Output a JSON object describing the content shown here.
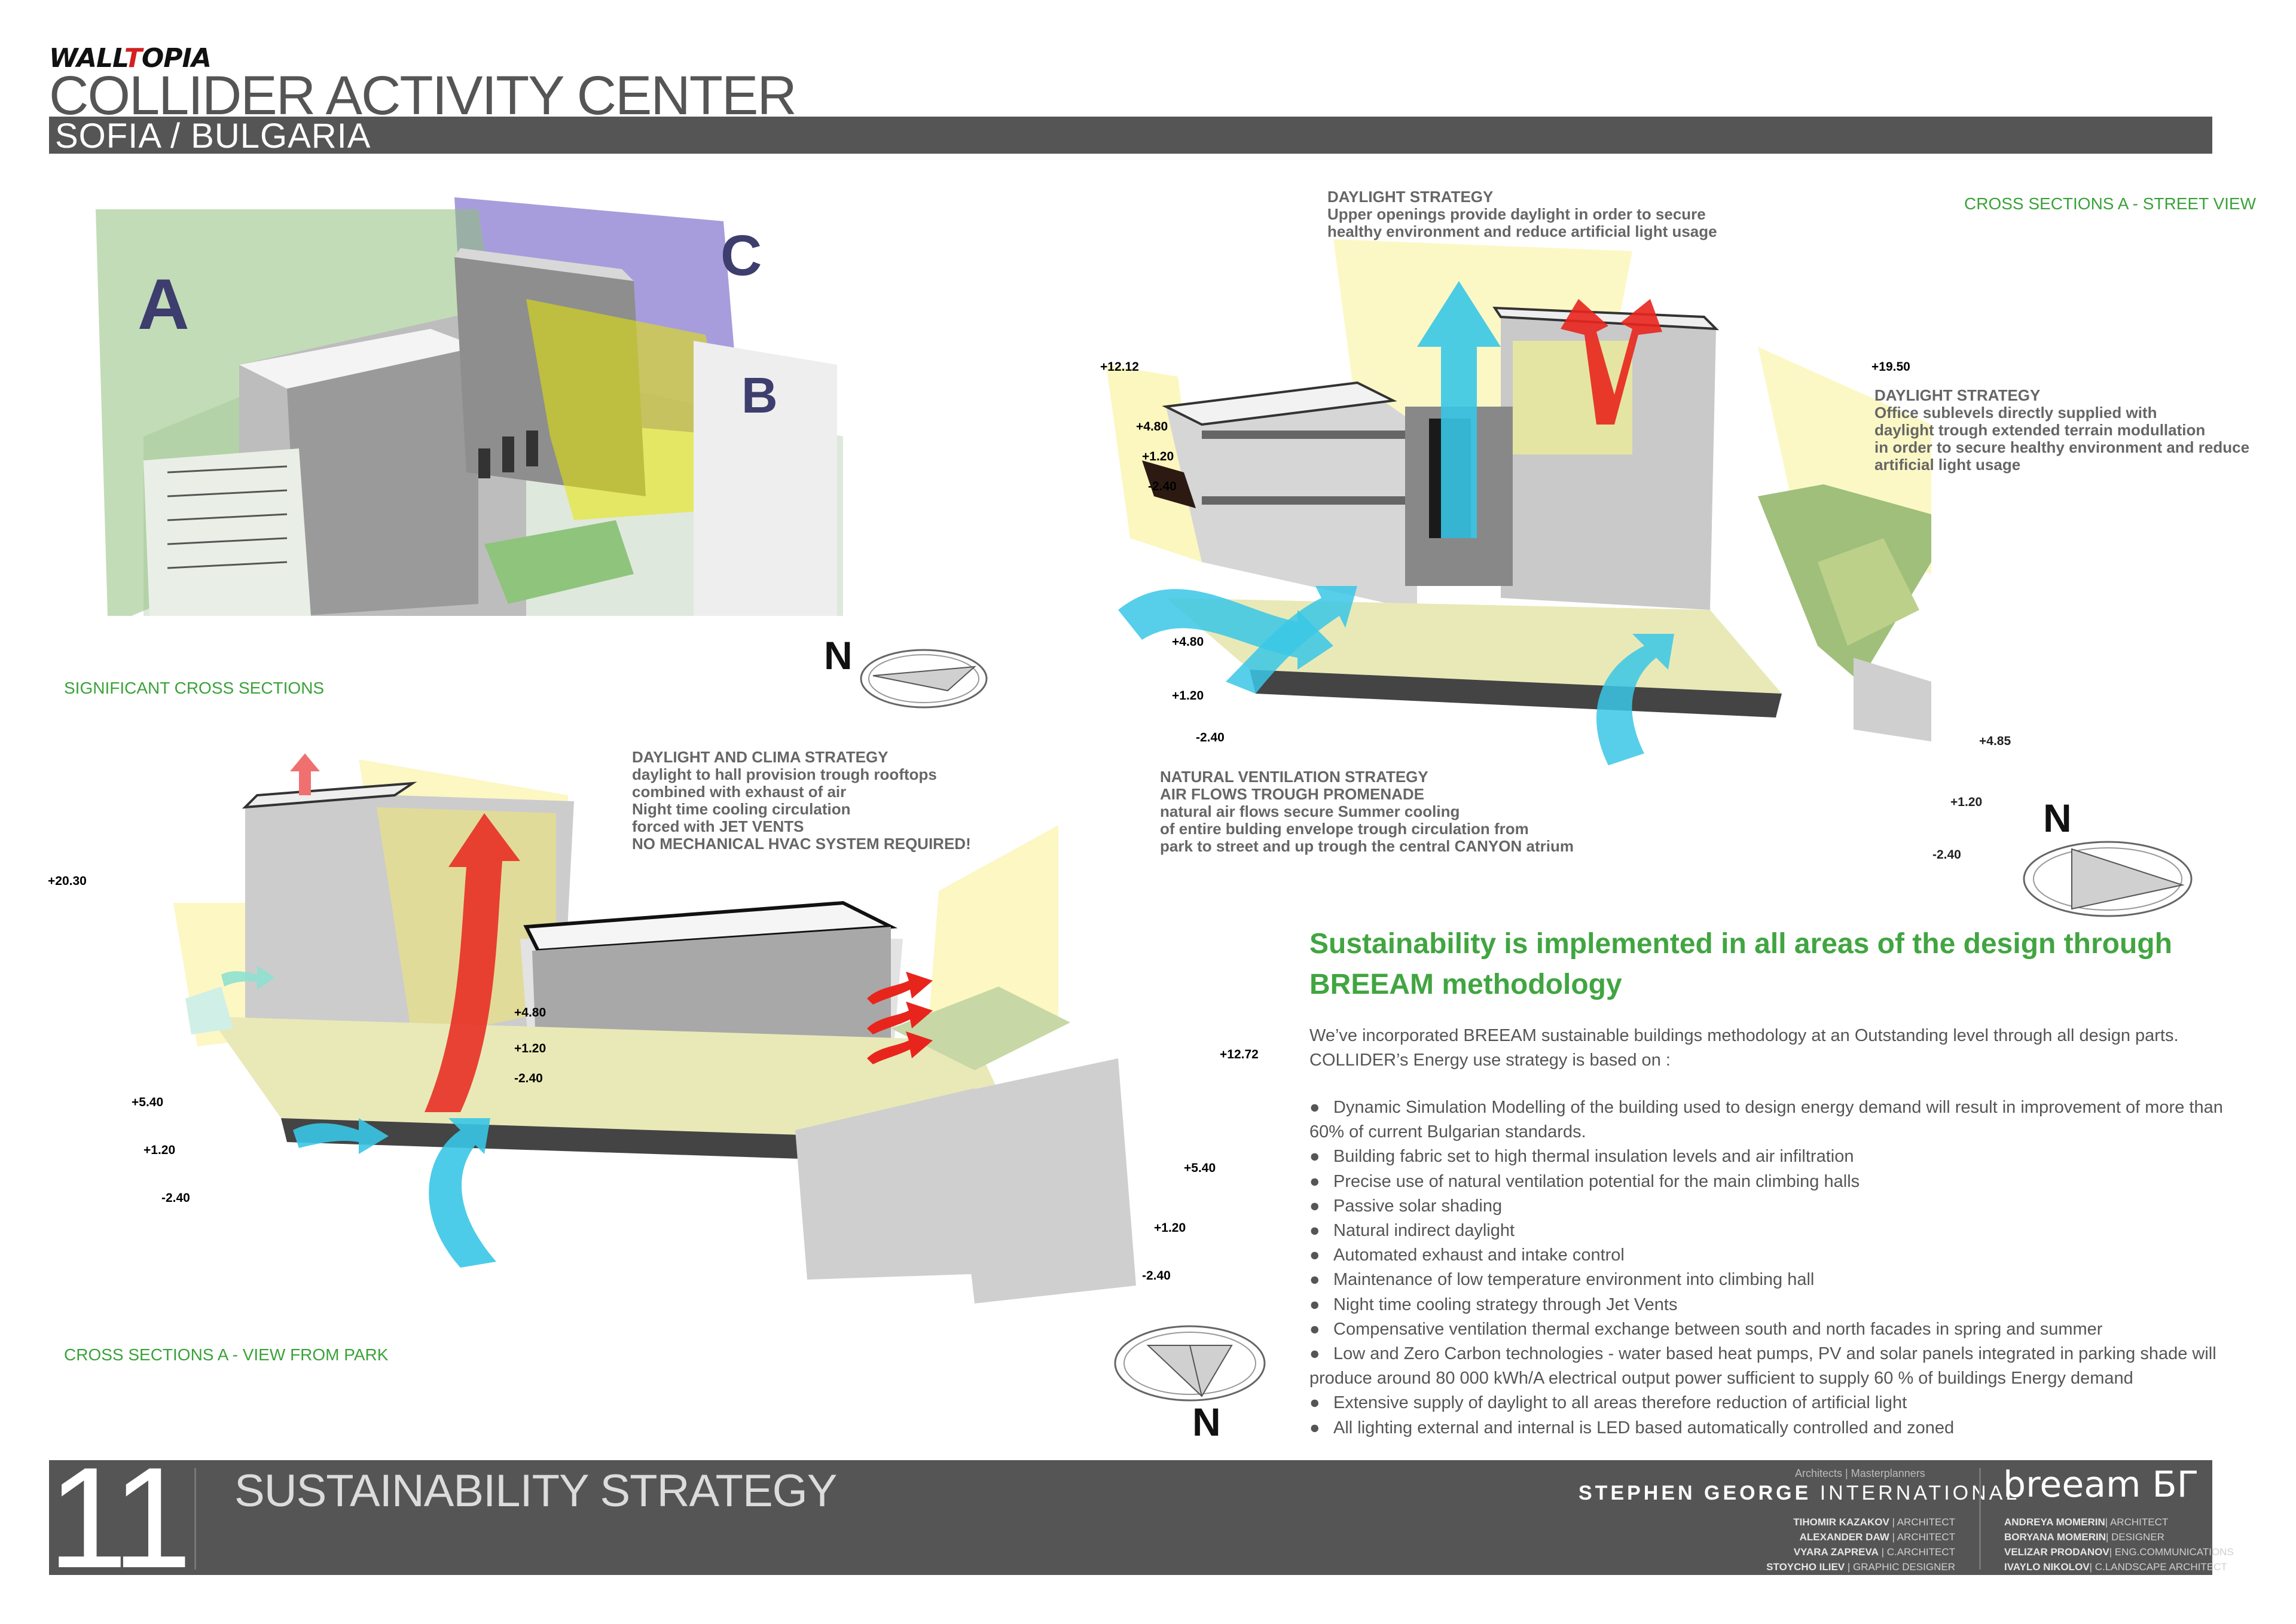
{
  "brand": {
    "logo_black": "WALL",
    "logo_red": "T",
    "logo_rest": "OPIA"
  },
  "header": {
    "title": "COLLIDER ACTIVITY CENTER",
    "subtitle": "SOFIA / BULGARIA"
  },
  "section_labels": {
    "significant": "SIGNIFICANT CROSS SECTIONS",
    "street": "CROSS SECTIONS A - STREET VIEW",
    "park": "CROSS SECTIONS A - VIEW FROM PARK"
  },
  "plane_labels": {
    "a": "A",
    "b": "B",
    "c": "C"
  },
  "north_label": "N",
  "strategies": {
    "daylight_top": "DAYLIGHT STRATEGY\nUpper openings provide daylight in order to secure\nhealthy environment and reduce artificial light usage",
    "daylight_right": "DAYLIGHT STRATEGY\nOffice sublevels directly supplied with\ndaylight trough extended terrain modullation\nin order to secure healthy environment and reduce\nartificial light usage",
    "ventilation": "NATURAL VENTILATION STRATEGY\nAIR FLOWS TROUGH PROMENADE\nnatural air flows secure Summer cooling\nof entire bulding envelope trough circulation from\npark to street and up trough the central CANYON atrium",
    "clima": "DAYLIGHT AND CLIMA STRATEGY\ndaylight to hall provision trough rooftops\ncombined with exhaust of air\nNight time cooling circulation\nforced with JET VENTS\nNO MECHANICAL HVAC SYSTEM REQUIRED!"
  },
  "levels": {
    "street": [
      "+12.12",
      "+4.80",
      "+1.20",
      "-2.40",
      "+4.80",
      "+1.20",
      "-2.40",
      "+19.50",
      "+4.85",
      "+1.20",
      "-2.40"
    ],
    "park": [
      "+20.30",
      "+5.40",
      "+1.20",
      "-2.40",
      "+4.80",
      "+1.20",
      "-2.40",
      "+12.72",
      "+5.40",
      "+1.20",
      "-2.40"
    ]
  },
  "sustainability": {
    "title": "Sustainability is implemented in all areas of the design through BREEAM methodology",
    "intro": "We’ve incorporated BREEAM sustainable buildings methodology at an Outstanding level through all design parts. COLLIDER’s Energy use strategy is based on :",
    "bullet_char": "●",
    "bullets": [
      "Dynamic Simulation Modelling of the building used to design energy demand will result in improvement of more than 60% of current Bulgarian standards.",
      "Building fabric set to high thermal insulation levels and air infiltration",
      "Precise use of natural ventilation potential for the main climbing halls",
      "Passive solar shading",
      "Natural indirect daylight",
      "Automated exhaust and intake control",
      "Maintenance of low temperature environment into climbing hall",
      "Night time cooling strategy through Jet Vents",
      "Compensative ventilation thermal exchange between south and north facades in spring and summer",
      "Low and Zero Carbon technologies - water based heat pumps, PV and solar panels  integrated in parking shade will produce around 80 000 kWh/A electrical output power sufficient to supply 60 % of buildings Energy demand",
      "Extensive supply of daylight to all areas therefore reduction of artificial light",
      "All lighting external and internal is LED based automatically controlled and zoned"
    ]
  },
  "footer": {
    "page_number": "11",
    "section_title": "SUSTAINABILITY STRATEGY",
    "firm_tagline": "Architects  |  Masterplanners",
    "firm_name_bold": "STEPHEN GEORGE",
    "firm_name_light": " INTERNATIONAL",
    "team_left": [
      {
        "name": "TIHOMIR KAZAKOV",
        "role": " | ARCHITECT"
      },
      {
        "name": "ALEXANDER DAW",
        "role": " | ARCHITECT"
      },
      {
        "name": "VYARA ZAPREVA",
        "role": " | C.ARCHITECT"
      },
      {
        "name": "STOYCHO ILIEV",
        "role": " | GRAPHIC DESIGNER"
      }
    ],
    "breeam_logo": "breeam БГ",
    "team_right": [
      {
        "name": "ANDREYA MOMERIN",
        "role": "| ARCHITECT"
      },
      {
        "name": "BORYANA MOMERIN",
        "role": "| DESIGNER"
      },
      {
        "name": "VELIZAR PRODANOV",
        "role": "| ENG.COMMUNICATIONS"
      },
      {
        "name": "IVAYLO NIKOLOV",
        "role": "| C.LANDSCAPE ARCHITECT"
      }
    ]
  }
}
